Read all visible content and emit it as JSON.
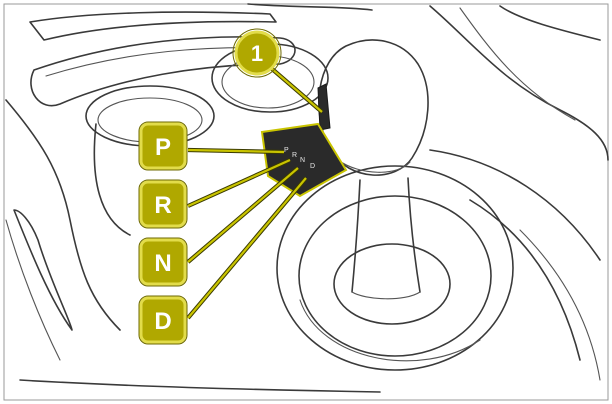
{
  "callouts": {
    "one": "1",
    "park": "P",
    "reverse": "R",
    "neutral": "N",
    "drive": "D"
  },
  "gate_letters": [
    "P",
    "R",
    "N",
    "D"
  ],
  "colors": {
    "callout_fill": "#b0a800",
    "callout_ring": "#e2dc4a",
    "leader": "#c9c400",
    "gate_panel": "#2a2a2a",
    "line": "#3a3a3a"
  }
}
